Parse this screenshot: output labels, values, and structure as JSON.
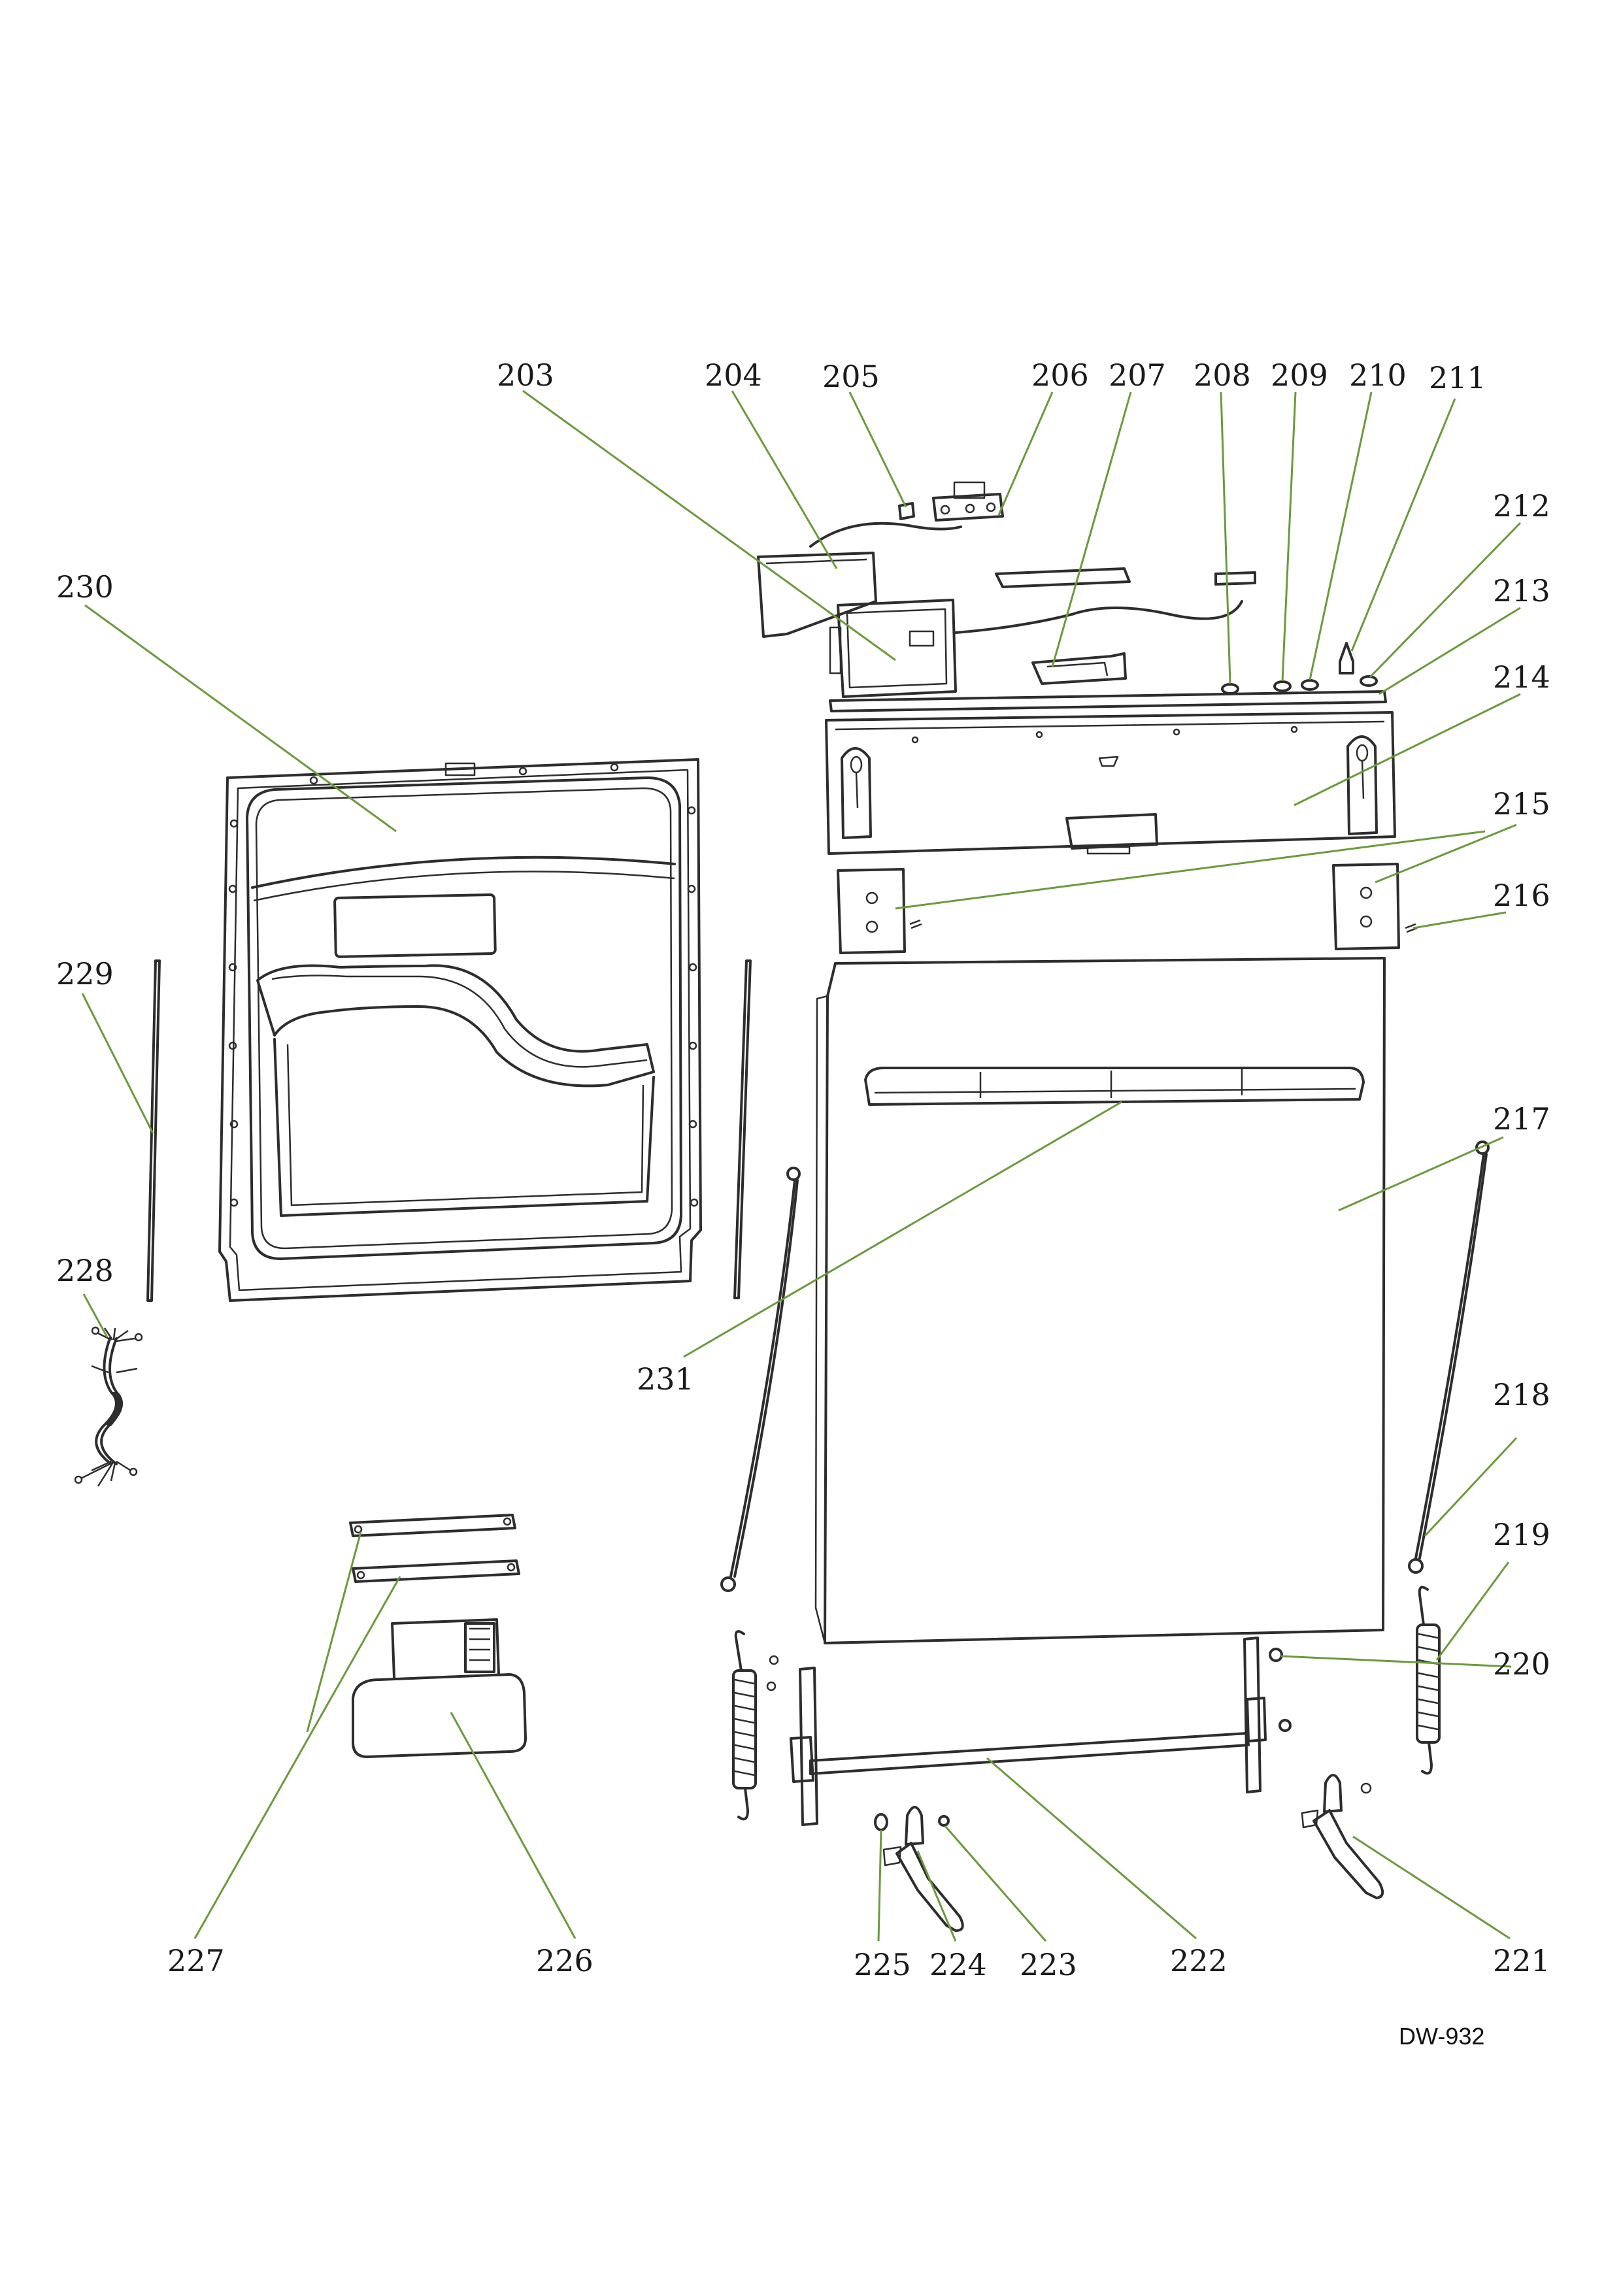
{
  "drawing": {
    "code": "DW-932",
    "colors": {
      "line": "#2d2d2d",
      "leader": "#6b9a3c",
      "paper": "#ffffff"
    }
  },
  "callouts": [
    {
      "id": "203",
      "label": "203"
    },
    {
      "id": "204",
      "label": "204"
    },
    {
      "id": "205",
      "label": "205"
    },
    {
      "id": "206",
      "label": "206"
    },
    {
      "id": "207",
      "label": "207"
    },
    {
      "id": "208",
      "label": "208"
    },
    {
      "id": "209",
      "label": "209"
    },
    {
      "id": "210",
      "label": "210"
    },
    {
      "id": "211",
      "label": "211"
    },
    {
      "id": "212",
      "label": "212"
    },
    {
      "id": "213",
      "label": "213"
    },
    {
      "id": "214",
      "label": "214"
    },
    {
      "id": "215",
      "label": "215"
    },
    {
      "id": "216",
      "label": "216"
    },
    {
      "id": "217",
      "label": "217"
    },
    {
      "id": "218",
      "label": "218"
    },
    {
      "id": "219",
      "label": "219"
    },
    {
      "id": "220",
      "label": "220"
    },
    {
      "id": "221",
      "label": "221"
    },
    {
      "id": "222",
      "label": "222"
    },
    {
      "id": "223",
      "label": "223"
    },
    {
      "id": "224",
      "label": "224"
    },
    {
      "id": "225",
      "label": "225"
    },
    {
      "id": "226",
      "label": "226"
    },
    {
      "id": "227",
      "label": "227"
    },
    {
      "id": "228",
      "label": "228"
    },
    {
      "id": "229",
      "label": "229"
    },
    {
      "id": "230",
      "label": "230"
    },
    {
      "id": "231",
      "label": "231"
    }
  ]
}
